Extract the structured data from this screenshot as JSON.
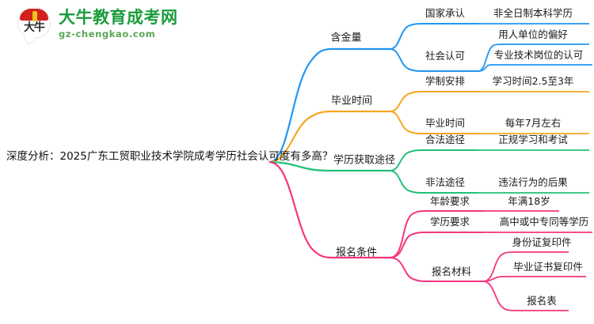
{
  "logo": {
    "mark_text": "大牛",
    "title": "大牛教育成考网",
    "subtitle": "gz-chengkao.com",
    "brand_green": "#1a9c3c",
    "brand_red": "#d3211d"
  },
  "mindmap": {
    "root": {
      "label": "深度分析：2025广东工贸职业技术学院成考学历社会认可度有多高？"
    },
    "branches": [
      {
        "label": "含金量",
        "color": "#2196F3",
        "children": [
          {
            "label": "国家承认",
            "children": [
              {
                "label": "非全日制本科学历"
              }
            ]
          },
          {
            "label": "社会认可",
            "children": [
              {
                "label": "用人单位的偏好"
              },
              {
                "label": "专业技术岗位的认可"
              }
            ]
          }
        ]
      },
      {
        "label": "毕业时间",
        "color": "#F5A623",
        "children": [
          {
            "label": "学制安排",
            "children": [
              {
                "label": "学习时间2.5至3年"
              }
            ]
          },
          {
            "label": "毕业时间",
            "children": [
              {
                "label": "每年7月左右"
              }
            ]
          }
        ]
      },
      {
        "label": "学历获取途径",
        "color": "#22C176",
        "children": [
          {
            "label": "合法途径",
            "children": [
              {
                "label": "正规学习和考试"
              }
            ]
          },
          {
            "label": "非法途径",
            "children": [
              {
                "label": "违法行为的后果"
              }
            ]
          }
        ]
      },
      {
        "label": "报名条件",
        "color": "#F5357F",
        "children": [
          {
            "label": "年龄要求",
            "children": [
              {
                "label": "年满18岁"
              }
            ]
          },
          {
            "label": "学历要求",
            "children": [
              {
                "label": "高中或中专同等学历"
              }
            ]
          },
          {
            "label": "报名材料",
            "children": [
              {
                "label": "身份证复印件"
              },
              {
                "label": "毕业证书复印件"
              },
              {
                "label": "报名表"
              }
            ]
          }
        ]
      }
    ]
  }
}
